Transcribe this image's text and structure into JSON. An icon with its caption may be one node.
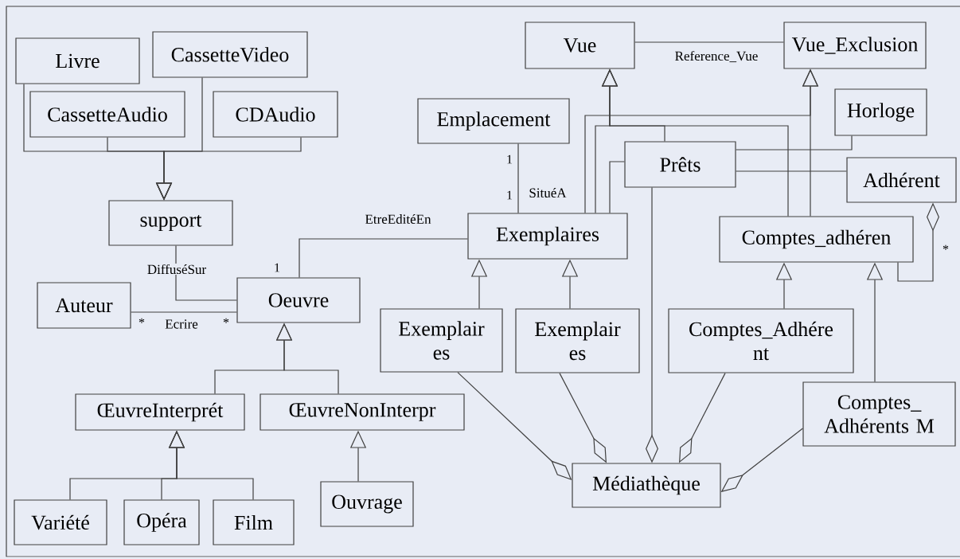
{
  "diagram": {
    "nodes": [
      {
        "text": [
          "Livre"
        ]
      },
      {
        "text": [
          "CassetteVideo"
        ]
      },
      {
        "text": [
          "CassetteAudio"
        ]
      },
      {
        "text": [
          "CDAudio"
        ]
      },
      {
        "text": [
          "support"
        ]
      },
      {
        "text": [
          "Auteur"
        ]
      },
      {
        "text": [
          "Oeuvre"
        ]
      },
      {
        "text": [
          "ŒuvreInterprét"
        ]
      },
      {
        "text": [
          "ŒuvreNonInterpr"
        ]
      },
      {
        "text": [
          "Variété"
        ]
      },
      {
        "text": [
          "Opéra"
        ]
      },
      {
        "text": [
          "Film"
        ]
      },
      {
        "text": [
          "Ouvrage"
        ]
      },
      {
        "text": [
          "Vue"
        ]
      },
      {
        "text": [
          "Vue_Exclusion"
        ]
      },
      {
        "text": [
          "Emplacement"
        ]
      },
      {
        "text": [
          "Horloge"
        ]
      },
      {
        "text": [
          "Prêts"
        ]
      },
      {
        "text": [
          "Adhérent"
        ]
      },
      {
        "text": [
          "Exemplaires"
        ]
      },
      {
        "text": [
          "Comptes_adhéren"
        ]
      },
      {
        "text": [
          "Exemplair es"
        ]
      },
      {
        "text": [
          "Exemplair es"
        ]
      },
      {
        "text": [
          "Comptes_Adhére nt"
        ]
      },
      {
        "text": [
          "Comptes_ Adhérents M"
        ]
      },
      {
        "text": [
          "Médiathèque"
        ]
      }
    ],
    "edges": [
      {
        "from": 0,
        "to": 4,
        "arrow": "to"
      },
      {
        "from": 2,
        "to": 4,
        "arrow": "to"
      },
      {
        "from": 1,
        "to": 4,
        "arrow": "to"
      },
      {
        "from": 3,
        "to": 4,
        "arrow": "to"
      },
      {
        "from": 4,
        "to": 6,
        "arrow": "none",
        "label": "DiffuséSur"
      },
      {
        "from": 5,
        "to": 6,
        "arrow": "none",
        "label": "Ecrire"
      },
      {
        "from": 6,
        "to": 19,
        "arrow": "none",
        "label": "EtreEditéEn"
      },
      {
        "from": 15,
        "to": 19,
        "arrow": "none",
        "label": "SituéA"
      },
      {
        "from": 7,
        "to": 6,
        "arrow": "to"
      },
      {
        "from": 8,
        "to": 6,
        "arrow": "to"
      },
      {
        "from": 9,
        "to": 7,
        "arrow": "to"
      },
      {
        "from": 10,
        "to": 7,
        "arrow": "to"
      },
      {
        "from": 11,
        "to": 7,
        "arrow": "to"
      },
      {
        "from": 12,
        "to": 8,
        "arrow": "to"
      },
      {
        "from": 13,
        "to": 14,
        "arrow": "none",
        "label": "Reference_Vue"
      },
      {
        "from": 19,
        "to": 13,
        "arrow": "to"
      },
      {
        "from": 17,
        "to": 13,
        "arrow": "to"
      },
      {
        "from": 20,
        "to": 13,
        "arrow": "to"
      },
      {
        "from": 19,
        "to": 14,
        "arrow": "to"
      },
      {
        "from": 20,
        "to": 14,
        "arrow": "to"
      },
      {
        "from": 19,
        "to": 17,
        "arrow": "none"
      },
      {
        "from": 17,
        "to": 16,
        "arrow": "none"
      },
      {
        "from": 17,
        "to": 18,
        "arrow": "none"
      },
      {
        "from": 20,
        "to": 18,
        "arrow": "other"
      },
      {
        "from": 21,
        "to": 19,
        "arrow": "to"
      },
      {
        "from": 22,
        "to": 19,
        "arrow": "to"
      },
      {
        "from": 23,
        "to": 20,
        "arrow": "to"
      },
      {
        "from": 24,
        "to": 20,
        "arrow": "to"
      },
      {
        "from": 21,
        "to": 25,
        "arrow": "other"
      },
      {
        "from": 22,
        "to": 25,
        "arrow": "other"
      },
      {
        "from": 17,
        "to": 25,
        "arrow": "other"
      },
      {
        "from": 23,
        "to": 25,
        "arrow": "other"
      },
      {
        "from": 24,
        "to": 25,
        "arrow": "other"
      }
    ],
    "labels": [
      "1",
      "1",
      "*",
      "1",
      "*",
      "*"
    ]
  }
}
